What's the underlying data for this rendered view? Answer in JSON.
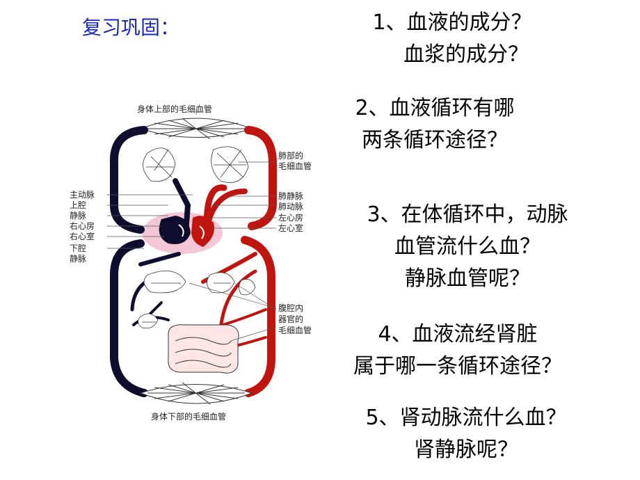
{
  "heading": "复习巩固：",
  "questions": [
    {
      "lines": [
        "1、血液的成分？",
        "血浆的成分？"
      ]
    },
    {
      "lines": [
        "2、血液循环有哪",
        "两条循环途径？"
      ]
    },
    {
      "lines": [
        "3、在体循环中，动脉",
        "血管流什么血？",
        "静脉血管呢？"
      ]
    },
    {
      "lines": [
        "4、血液流经肾脏",
        "属于哪一条循环途径？"
      ]
    },
    {
      "lines": [
        "5、肾动脉流什么血？",
        "肾静脉呢？"
      ]
    }
  ],
  "diagram": {
    "top_label": "身体上部的毛细血管",
    "bottom_label": "身体下部的毛细血管",
    "left_labels": [
      "主动脉",
      "上腔",
      "静脉",
      "右心房",
      "右心室",
      "下腔",
      "静脉"
    ],
    "right_labels": [
      "肺部的",
      "毛细血管",
      "肺静脉",
      "肺动脉",
      "左心房",
      "左心室",
      "腹腔内",
      "器官的",
      "毛细血管"
    ],
    "colors": {
      "artery": "#c0150f",
      "vein": "#0e0d2e",
      "heart_bg": "#f3c7d6"
    }
  }
}
